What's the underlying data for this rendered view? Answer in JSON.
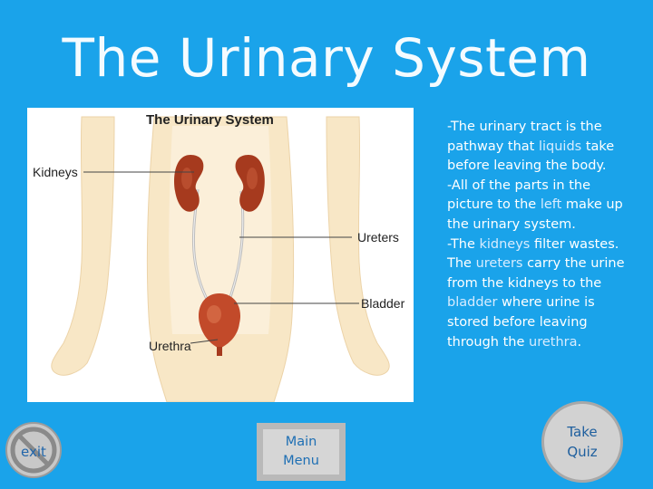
{
  "slide": {
    "title": "The Urinary System"
  },
  "figure": {
    "heading": "The Urinary System",
    "labels": {
      "kidneys": "Kidneys",
      "ureters": "Ureters",
      "bladder": "Bladder",
      "urethra": "Urethra"
    }
  },
  "description": {
    "parts": [
      "-The urinary tract is the pathway that ",
      "liquids",
      " take before leaving the body.",
      "-All of the parts in the picture to the ",
      "left",
      " make up the urinary system.",
      "-The ",
      "kidneys",
      " filter wastes. The ",
      "ureters",
      " carry the urine from the kidneys to the ",
      "bladder",
      " where urine is stored before leaving through the ",
      "urethra",
      "."
    ]
  },
  "nav": {
    "exit_label": "exit",
    "main_menu_label": "Main\nMenu",
    "take_quiz_label": "Take\nQuiz"
  },
  "colors": {
    "background": "#1aa3ea",
    "kidney": "#a63a1e",
    "bladder": "#c24a2a",
    "skin": "#f8e6c4"
  },
  "icons": {
    "exit": "no-entry-icon"
  }
}
